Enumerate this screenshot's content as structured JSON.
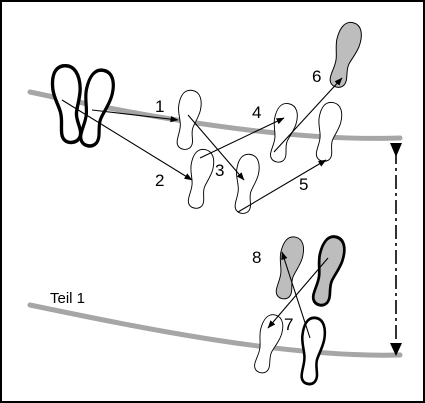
{
  "diagram": {
    "step_labels": [
      "1",
      "2",
      "3",
      "4",
      "5",
      "6",
      "7",
      "8"
    ],
    "section_label": "Teil 1",
    "colors": {
      "ground_line": "#a6a6a6",
      "footprint_shaded": "#bdbdbd",
      "footprint_plain": "#ffffff",
      "outline": "#000000"
    }
  }
}
